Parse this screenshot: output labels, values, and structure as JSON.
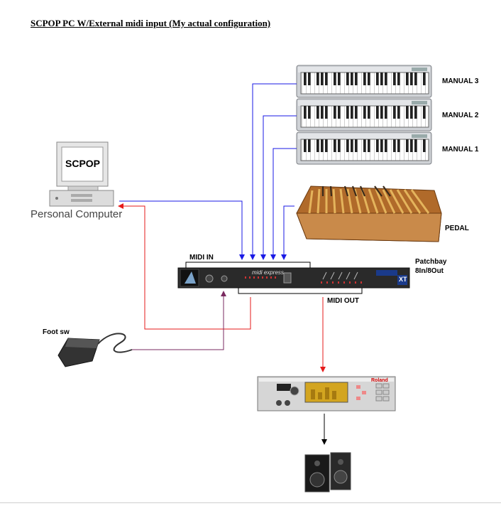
{
  "title": "SCPOP PC W/External midi input (My actual configuration)",
  "labels": {
    "manual3": "MANUAL 3",
    "manual2": "MANUAL 2",
    "manual1": "MANUAL 1",
    "pedal": "PEDAL",
    "computer": "Personal Computer",
    "screen": "SCPOP",
    "midi_in": "MIDI IN",
    "midi_out": "MIDI OUT",
    "patchbay": "Patchbay",
    "patchbay_spec": "8In/8Out",
    "foot_sw": "Foot sw",
    "device_text": "midi express",
    "device_badge": "XT",
    "module_brand": "Roland"
  },
  "colors": {
    "midi_in_line": "#1a1ae6",
    "midi_out_line": "#e61a1a",
    "foot_line": "#7a2a60",
    "audio_line": "#000000"
  }
}
